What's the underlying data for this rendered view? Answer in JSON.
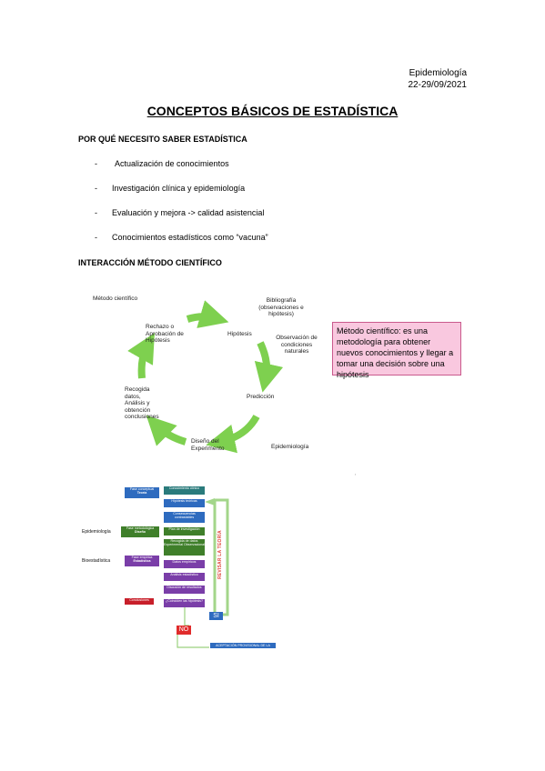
{
  "header": {
    "subject": "Epidemiología",
    "dates": "22-29/09/2021"
  },
  "title": "CONCEPTOS BÁSICOS DE ESTADÍSTICA",
  "section1": {
    "heading": "POR QUÉ NECESITO SABER ESTADÍSTICA",
    "bullets": [
      "Actualización de conocimientos",
      "Investigación clínica y epidemiología",
      "Evaluación y mejora -> calidad asistencial",
      "Conocimientos estadísticos como “vacuna”"
    ]
  },
  "section2": {
    "heading": "INTERACCIÓN MÉTODO CIENTÍFICO",
    "cycle": {
      "corner_label": "Método científico",
      "bibliografia": [
        "Bibliografía",
        "(observaciones e",
        "hipótesis)"
      ],
      "hipotesis": "Hipótesis",
      "observacion": [
        "Observación de",
        "condiciones",
        "naturales"
      ],
      "rechazo": [
        "Rechazo o",
        "Aprobación de",
        "Hipótesis"
      ],
      "recogida": [
        "Recogida",
        "datos,",
        "Análisis y",
        "obtención",
        "conclusiones"
      ],
      "prediccion": "Predicción",
      "diseno": [
        "Diseño del",
        "Experimento"
      ],
      "epi_label": "Epidemiología"
    },
    "definition": "Método científico: es una metodología para obtener nuevos conocimientos y llegar a tomar una decisión sobre una hipótesis"
  },
  "flow": {
    "left_labels": {
      "epidemiologia": "Epidemiología",
      "bioestadistica": "Bioestadística"
    },
    "tags": [
      {
        "text": "Fase conceptual",
        "sub": "Teoría"
      },
      {
        "text": "Fase metodológica",
        "sub": "Diseño"
      },
      {
        "text": "Fase empírica",
        "sub": "Estadística"
      },
      {
        "text": "Conclusiones",
        "sub": ""
      }
    ],
    "steps": [
      "Conocimiento clínico",
      "Hipótesis teóricas",
      "Consecuencias contrastables",
      "Plan de investigación",
      "Recogida de datos Experimental Observacional",
      "Datos empíricos",
      "Análisis estadístico",
      "Discusión de resultados",
      "¿Coinciden las hipótesis?"
    ],
    "revisar": "REVISAR LA TEORÍA",
    "si": "SI",
    "no": "NO",
    "final": "ACEPTACIÓN PROVISIONAL DE LA HIPÓTESIS"
  },
  "colors": {
    "arrow_green": "#7ed04f",
    "pink_fill": "#f9c8df",
    "pink_border": "#c95a8d",
    "blue": "#2e6bbf",
    "teal": "#2a7b7c",
    "green": "#3f7f2a",
    "purple": "#7a3ea8",
    "red": "#c81f2a"
  }
}
